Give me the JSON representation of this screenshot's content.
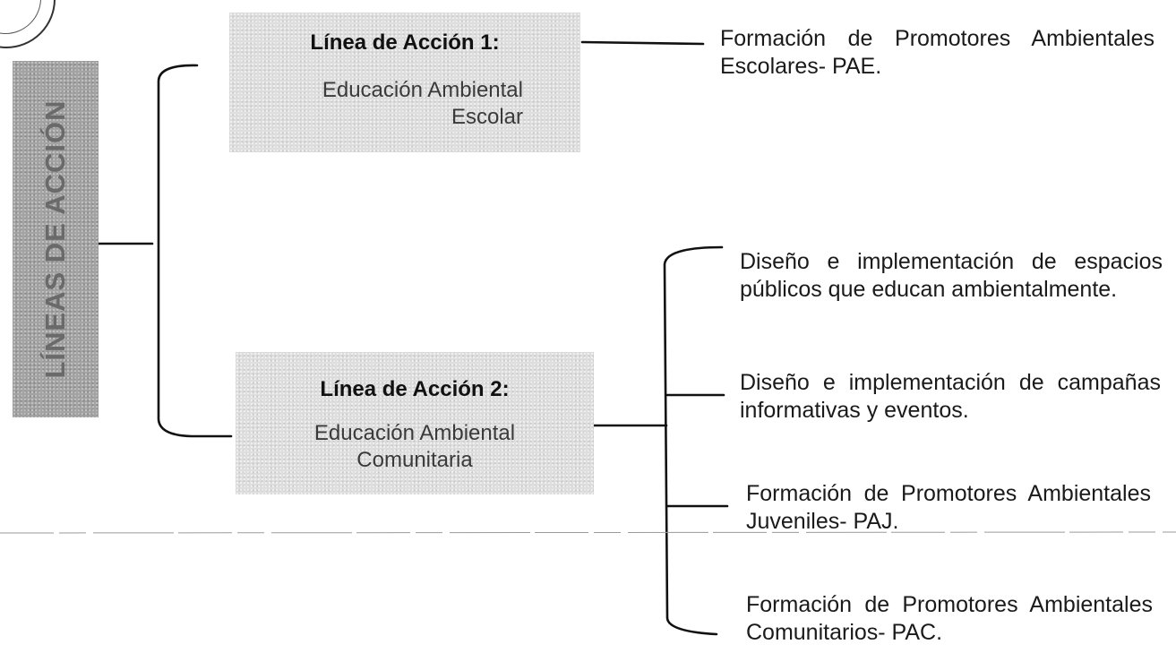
{
  "diagram": {
    "root": {
      "label": "LÍNEAS DE ACCIÓN"
    },
    "lines": [
      {
        "title": "Línea de Acción 1:",
        "subtitle": "Educación Ambiental Escolar",
        "items": [
          "Formación de Promotores Ambientales Escolares- PAE."
        ]
      },
      {
        "title": "Línea de Acción 2:",
        "subtitle": "Educación Ambiental Comunitaria",
        "items": [
          "Diseño e implementación de espacios públicos que educan ambientalmente.",
          "Diseño e implementación de campañas informativas y eventos.",
          "Formación de Promotores Ambientales Juveniles- PAJ.",
          "Formación de Promotores Ambientales Comunitarios- PAC."
        ]
      }
    ]
  },
  "colors": {
    "root_box": "#a3a3a3",
    "action_box": "#dedede",
    "connector": "#111111"
  }
}
